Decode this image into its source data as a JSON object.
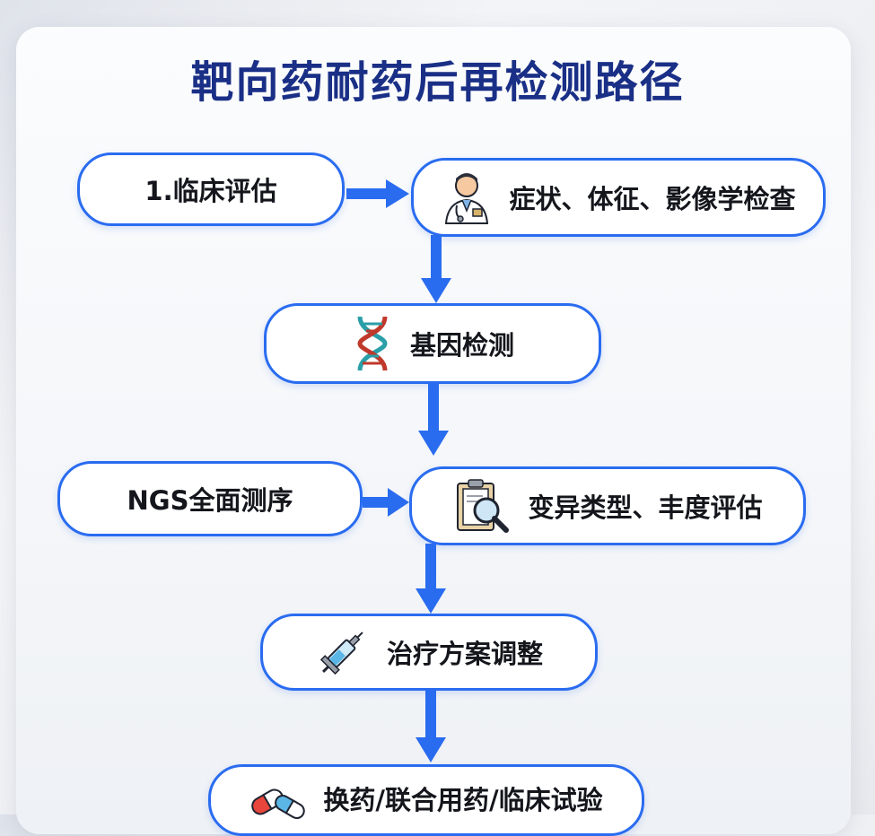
{
  "title": "靶向药耐药后再检测路径",
  "nodes": {
    "clinical": {
      "label": "1.临床评估"
    },
    "exam": {
      "label": "症状、体征、影像学检查",
      "icon": "doctor-icon"
    },
    "gene": {
      "label": "基因检测",
      "icon": "dna-icon"
    },
    "ngs": {
      "label": "NGS全面测序"
    },
    "variant": {
      "label": "变异类型、丰度评估",
      "icon": "clipboard-magnifier-icon"
    },
    "treatment": {
      "label": "治疗方案调整",
      "icon": "syringe-icon"
    },
    "switch": {
      "label": "换药/联合用药/临床试验",
      "icon": "pills-icon"
    }
  },
  "colors": {
    "accent": "#2a6cf0",
    "title": "#1a2f86"
  }
}
